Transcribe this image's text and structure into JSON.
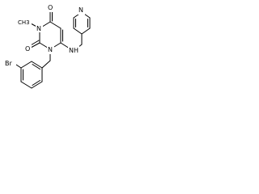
{
  "structure": {
    "atoms": {
      "o_top": "O",
      "n_ring": "N",
      "methyl": "CH3",
      "nh_linker": "NH",
      "n_bottom": "N",
      "o_left": "O",
      "br": "Br",
      "n_pyridine": "N"
    }
  },
  "colors": {
    "bond": "#000000",
    "text": "#000000",
    "background": "#ffffff"
  }
}
